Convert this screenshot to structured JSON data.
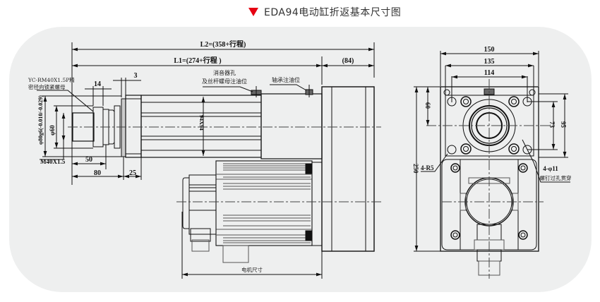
{
  "header": {
    "marker_icon": "red-down-triangle-icon",
    "title": "EDA94电动缸折返基本尺寸图",
    "accent_color": "#e60012"
  },
  "drawing": {
    "side_view": {
      "L2": "L2=(358+行程)",
      "L1": "L1=(274+行程 )",
      "motor_offset": "(84)",
      "d14": "14",
      "d3": "3",
      "nut_note_line1": "YC-RM40X1.5P精",
      "nut_note_line2": "密径向锁紧螺母",
      "dia_phi80": "φ80g6(-0.010/-0.029)",
      "dia_phi60": "φ60",
      "thread": "M40X1.5",
      "d50": "50",
      "d80": "80",
      "d25": "25",
      "profile": "94X94",
      "oil_note_line1": "消音器孔",
      "oil_note_line2": "及丝杆螺母注油位",
      "bearing_note": "轴承注油位",
      "motor_size": "电机尺寸"
    },
    "end_view": {
      "w150": "150",
      "w135": "135",
      "w114": "114",
      "h60": "60",
      "h73": "73",
      "h95": "95",
      "h250": "250",
      "radius": "4-R5",
      "holes": "4-φ11",
      "holes_note": "螺钉过孔贯穿"
    }
  }
}
